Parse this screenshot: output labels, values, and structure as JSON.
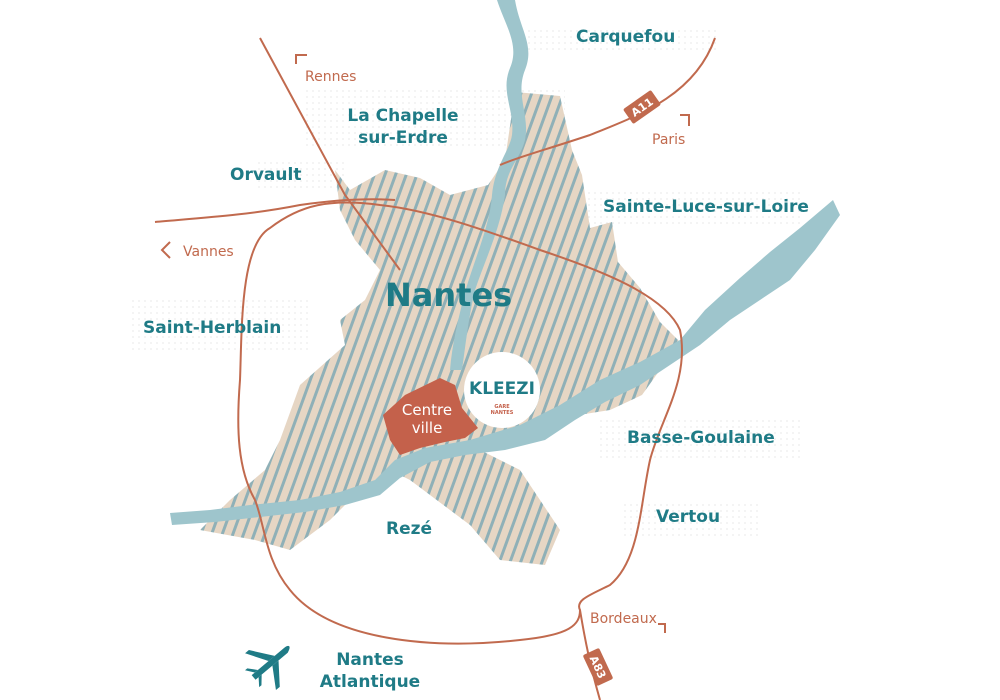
{
  "colors": {
    "river": "#9ec5cc",
    "stripe_a": "#e6d6c4",
    "stripe_b": "#8fb0b7",
    "road": "#c16a4e",
    "centre": "#c4614b",
    "town_text": "#1f7b86",
    "dir_text": "#c16a4e",
    "logo_teal": "#1f7b86",
    "logo_orange": "#c4614b"
  },
  "labels": {
    "city": "Nantes",
    "centre_line1": "Centre",
    "centre_line2": "ville",
    "towns": {
      "carquefou": "Carquefou",
      "la_chapelle_1": "La Chapelle",
      "la_chapelle_2": "sur-Erdre",
      "orvault": "Orvault",
      "sainte_luce": "Sainte-Luce-sur-Loire",
      "saint_herblain": "Saint-Herblain",
      "basse_goulaine": "Basse-Goulaine",
      "vertou": "Vertou",
      "reze": "Rezé",
      "airport_1": "Nantes",
      "airport_2": "Atlantique"
    },
    "directions": {
      "rennes": "Rennes",
      "paris": "Paris",
      "vannes": "Vannes",
      "bordeaux": "Bordeaux"
    },
    "highways": {
      "a11": "A11",
      "a83": "A83"
    }
  },
  "logo": {
    "brand": "KLEEZI",
    "sub_line1": "GARE",
    "sub_line2": "NANTES"
  },
  "icons": {
    "airport": "airplane-icon",
    "direction": "chevron-icon"
  }
}
